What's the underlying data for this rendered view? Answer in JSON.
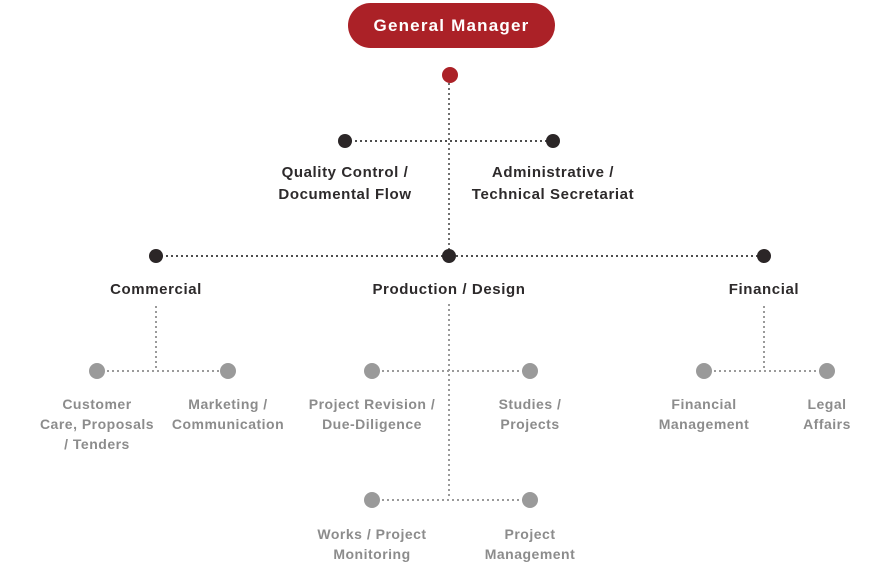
{
  "org_chart": {
    "root": {
      "label": "General Manager"
    },
    "level2": {
      "quality": {
        "lines": [
          "Quality Control /",
          "Documental Flow"
        ]
      },
      "admin": {
        "lines": [
          "Administrative /",
          "Technical Secretariat"
        ]
      }
    },
    "level3": {
      "commercial": {
        "label": "Commercial"
      },
      "production": {
        "label": "Production / Design"
      },
      "financial": {
        "label": "Financial"
      }
    },
    "level4": {
      "customer": {
        "lines": [
          "Customer",
          "Care, Proposals",
          "/ Tenders"
        ]
      },
      "marketing": {
        "lines": [
          "Marketing /",
          "Communication"
        ]
      },
      "revision": {
        "lines": [
          "Project Revision /",
          "Due-Diligence"
        ]
      },
      "studies": {
        "lines": [
          "Studies /",
          "Projects"
        ]
      },
      "fin_mgmt": {
        "lines": [
          "Financial",
          "Management"
        ]
      },
      "legal": {
        "lines": [
          "Legal",
          "Affairs"
        ]
      }
    },
    "level5": {
      "works": {
        "lines": [
          "Works / Project",
          "Monitoring"
        ]
      },
      "proj_mgmt": {
        "lines": [
          "Project",
          "Management"
        ]
      }
    }
  },
  "colors": {
    "accent_red": "#AB2127",
    "dark_node": "#2B2627",
    "dark_text": "#2D2A2B",
    "gray_node": "#9A9A9A",
    "gray_text": "#8C8C8C",
    "pill_text": "#FFFFFF"
  }
}
